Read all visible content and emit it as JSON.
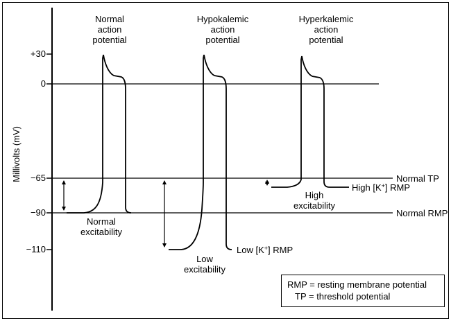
{
  "axis": {
    "label": "Millivolts (mV)",
    "ticks": [
      "+30",
      "0",
      "−65",
      "−90",
      "−110"
    ]
  },
  "titles": {
    "normal": "Normal\naction\npotential",
    "hypokalemic": "Hypokalemic\naction\npotential",
    "hyperkalemic": "Hyperkalemic\naction\npotential"
  },
  "annotations": {
    "normal_excitability": "Normal\nexcitability",
    "low_excitability": "Low\nexcitability",
    "high_excitability": "High\nexcitability",
    "normal_tp": "Normal TP",
    "normal_rmp": "Normal RMP",
    "low_k_rmp": {
      "pre": "Low [K",
      "sup": "+",
      "post": "] RMP"
    },
    "high_k_rmp": {
      "pre": "High [K",
      "sup": "+",
      "post": "] RMP"
    }
  },
  "legend": {
    "line1": "RMP = resting membrane potential",
    "line2": "TP = threshold potential"
  },
  "colors": {
    "ink": "#000000",
    "background": "#ffffff"
  }
}
